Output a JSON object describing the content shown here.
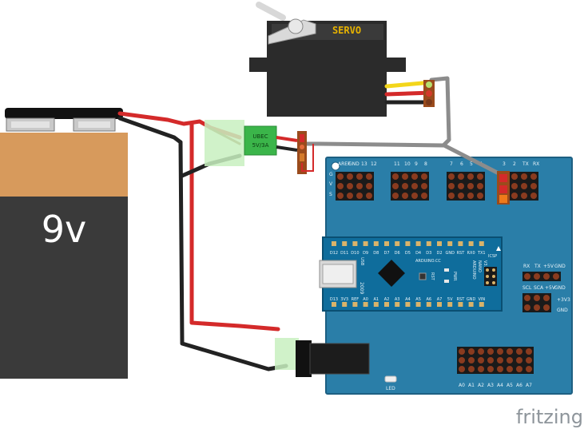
{
  "battery": {
    "label": "9v"
  },
  "servo": {
    "label": "SERVO"
  },
  "ubec": {
    "line1": "UBEC",
    "line2": "5V/3A"
  },
  "shield": {
    "top_header": [
      "AREF",
      "GND",
      "13",
      "12",
      "11",
      "10",
      "9",
      "8",
      "7",
      "6",
      "5",
      "4",
      "3",
      "2",
      "TX",
      "RX"
    ],
    "gvs": [
      "G",
      "V",
      "S"
    ],
    "right_group1": [
      "RX",
      "TX",
      "+5V",
      "GND"
    ],
    "right_group2": [
      "SCL",
      "SCA",
      "+5V",
      "GND"
    ],
    "right_group3": [
      "+3V3",
      "GND"
    ],
    "bottom_analog": [
      "A0",
      "A1",
      "A2",
      "A3",
      "A4",
      "A5",
      "A6",
      "A7"
    ],
    "led": "LED"
  },
  "nano": {
    "top_pins": [
      "D12",
      "D11",
      "D10",
      "D9",
      "D8",
      "D7",
      "D6",
      "D5",
      "D4",
      "D3",
      "D2",
      "GND",
      "RST",
      "RX0",
      "TX1"
    ],
    "bottom_pins": [
      "D13",
      "3V3",
      "REF",
      "A0",
      "A1",
      "A2",
      "A3",
      "A4",
      "A5",
      "A6",
      "A7",
      "5V",
      "RST",
      "GND",
      "VIN"
    ],
    "usb": "USB",
    "url": "ARDUINO.CC",
    "model_lines": [
      "ARDUINO",
      "NANO",
      "V3.0"
    ],
    "isp": "ICSP",
    "rst": "RST",
    "pwr": "PWR",
    "brand": "2009"
  },
  "watermark": "fritzing",
  "colors": {
    "board": "#2a7ea8",
    "nano": "#0f6d9c",
    "battery_top": "#d79a5c",
    "battery_bottom": "#3a3a3a",
    "wire_red": "#d42a2a",
    "wire_black": "#222222",
    "wire_gray": "#8c8c8c",
    "wire_yellow": "#f3d61b",
    "ubec": "#3bb54a",
    "highlight": "#c8f0c0"
  }
}
